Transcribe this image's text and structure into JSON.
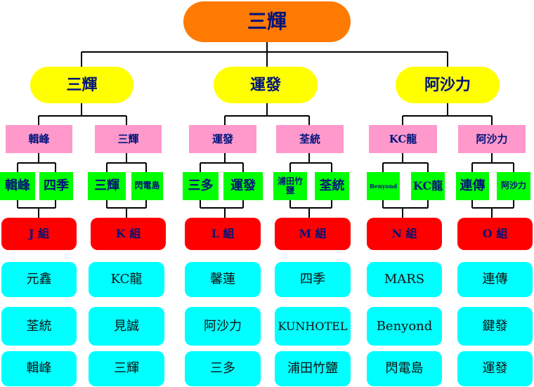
{
  "root": {
    "label": "三輝"
  },
  "level1": [
    {
      "label": "三輝"
    },
    {
      "label": "運發"
    },
    {
      "label": "阿沙力"
    }
  ],
  "level2": [
    {
      "label": "輯峰"
    },
    {
      "label": "三輝"
    },
    {
      "label": "運發"
    },
    {
      "label": "荃統"
    },
    {
      "label": "KC龍"
    },
    {
      "label": "阿沙力"
    }
  ],
  "level3": [
    {
      "label": "輯峰"
    },
    {
      "label": "四季"
    },
    {
      "label": "三輝"
    },
    {
      "label": "閃電島"
    },
    {
      "label": "三多"
    },
    {
      "label": "運發"
    },
    {
      "label": "浦田竹鹽"
    },
    {
      "label": "荃統"
    },
    {
      "label": "Benyond"
    },
    {
      "label": "KC龍"
    },
    {
      "label": "連傳"
    },
    {
      "label": "阿沙力"
    }
  ],
  "groups": [
    {
      "label": "J 組",
      "members": [
        "元鑫",
        "荃統",
        "輯峰"
      ]
    },
    {
      "label": "K 組",
      "members": [
        "KC龍",
        "見誠",
        "三輝"
      ]
    },
    {
      "label": "L 組",
      "members": [
        "馨蓮",
        "阿沙力",
        "三多"
      ]
    },
    {
      "label": "M 組",
      "members": [
        "四季",
        "KUNHOTEL",
        "浦田竹鹽"
      ]
    },
    {
      "label": "N 組",
      "members": [
        "MARS",
        "Benyond",
        "閃電島"
      ]
    },
    {
      "label": "O 組",
      "members": [
        "連傳",
        "鍵發",
        "運發"
      ]
    }
  ]
}
